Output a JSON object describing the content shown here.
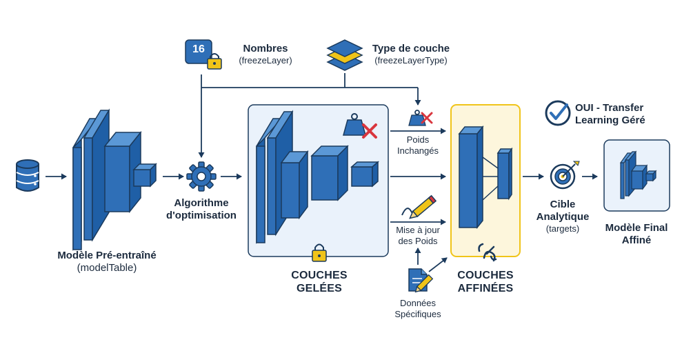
{
  "pretrained": {
    "title": "Modèle Pré-entraîné",
    "sub": "(modelTable)"
  },
  "algorithm": {
    "line1": "Algorithme",
    "line2": "d'optimisation"
  },
  "numbers": {
    "badge": "16",
    "title": "Nombres",
    "sub": "(freezeLayer)"
  },
  "layer_type": {
    "title": "Type de couche",
    "sub": "(freezeLayerType)"
  },
  "frozen": {
    "line1": "COUCHES",
    "line2": "GELÉES"
  },
  "weights_unchanged": {
    "line1": "Poids",
    "line2": "Inchangés"
  },
  "weights_update": {
    "line1": "Mise à jour",
    "line2": "des Poids"
  },
  "specific_data": {
    "line1": "Données",
    "line2": "Spécifiques"
  },
  "tuned": {
    "line1": "COUCHES",
    "line2": "AFFINÉES"
  },
  "transfer": {
    "line1": "OUI - Transfer",
    "line2": "Learning Géré"
  },
  "target": {
    "line1": "Cible",
    "line2": "Analytique",
    "sub": "(targets)"
  },
  "final_model": {
    "line1": "Modèle Final",
    "line2": "Affiné"
  },
  "colors": {
    "navy": "#1b3a5c",
    "blue": "#2f6fb7",
    "light_blue": "#eaf2fb",
    "yellow": "#fdf6dc",
    "gold": "#f0c419",
    "red": "#d9363e"
  }
}
